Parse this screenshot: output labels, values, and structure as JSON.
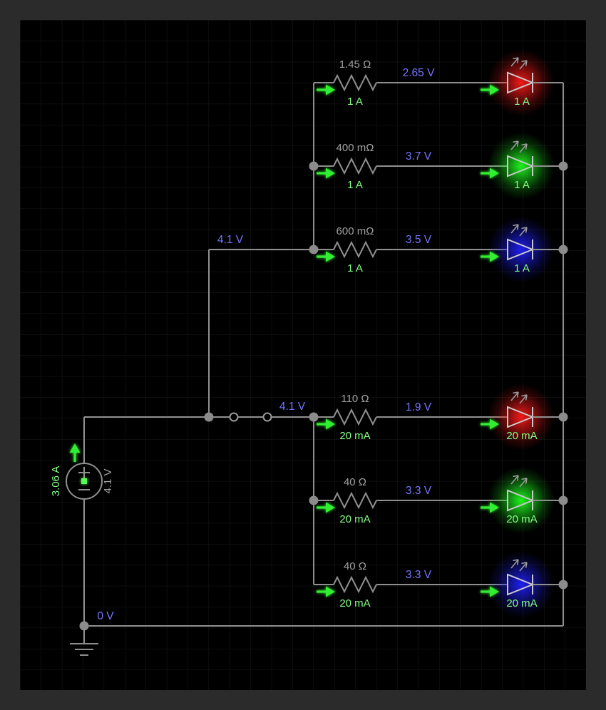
{
  "app": {
    "name": "circuit-simulator-canvas"
  },
  "colors": {
    "background_frame": "#2b2b2b",
    "canvas": "#000000",
    "grid_line": "#1a1a1a",
    "wire": "#8f8f8f",
    "junction": "#8c8c8c",
    "current_dot": "#55ff55",
    "arrow": "#30ee30",
    "text_resistance": "#a0a0a0",
    "text_voltage": "#7575ff",
    "text_current": "#86ff86",
    "led_red": "#ff1a1a",
    "led_green": "#1fff1f",
    "led_blue": "#2020ff",
    "led_symbol": "#c9c9c9",
    "emission": "#9a9a9a",
    "switch_post": "#9a9a9a"
  },
  "source": {
    "type": "voltage-source",
    "current_label": "3.06 A",
    "voltage_label": "4.1 V"
  },
  "ground": {
    "node_voltage_label": "0 V"
  },
  "wire_labels": {
    "upper_branch_voltage": "4.1 V",
    "lower_branch_voltage": "4.1 V"
  },
  "switch": {
    "state": "closed"
  },
  "branches": [
    {
      "name": "red-1A",
      "resistance_label": "1.45 Ω",
      "resistor_current_label": "1 A",
      "wire_voltage_label": "2.65 V",
      "led_color_name": "red",
      "led_current_label": "1 A"
    },
    {
      "name": "green-1A",
      "resistance_label": "400 mΩ",
      "resistor_current_label": "1 A",
      "wire_voltage_label": "3.7 V",
      "led_color_name": "green",
      "led_current_label": "1 A"
    },
    {
      "name": "blue-1A",
      "resistance_label": "600 mΩ",
      "resistor_current_label": "1 A",
      "wire_voltage_label": "3.5 V",
      "led_color_name": "blue",
      "led_current_label": "1 A"
    },
    {
      "name": "red-20mA",
      "resistance_label": "110 Ω",
      "resistor_current_label": "20 mA",
      "wire_voltage_label": "1.9 V",
      "led_color_name": "red",
      "led_current_label": "20 mA"
    },
    {
      "name": "green-20mA",
      "resistance_label": "40 Ω",
      "resistor_current_label": "20 mA",
      "wire_voltage_label": "3.3 V",
      "led_color_name": "green",
      "led_current_label": "20 mA"
    },
    {
      "name": "blue-20mA",
      "resistance_label": "40 Ω",
      "resistor_current_label": "20 mA",
      "wire_voltage_label": "3.3 V",
      "led_color_name": "blue",
      "led_current_label": "20 mA"
    }
  ]
}
